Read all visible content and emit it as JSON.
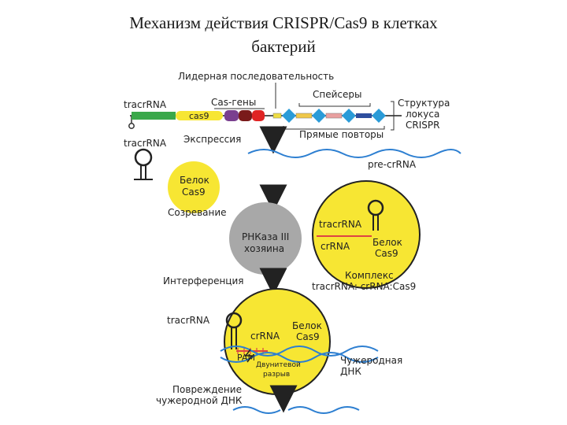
{
  "title": {
    "line1": "Механизм действия CRISPR/Cas9 в клетках",
    "line2": "бактерий"
  },
  "locus": {
    "leader": "Лидерная последовательность",
    "tracr": "tracrRNA",
    "cas_genes": "Cas-гены",
    "cas9": "cas9",
    "spacers": "Спейсеры",
    "structure_line1": "Структура",
    "structure_line2": "локуса",
    "structure_line3": "CRISPR",
    "repeats": "Прямые повторы"
  },
  "expression": {
    "label": "Экспрессия",
    "tracr": "tracrRNA",
    "pre_crrna": "pre-crRNA"
  },
  "cas9_protein": {
    "line1": "Белок",
    "line2": "Cas9"
  },
  "maturation": {
    "label": "Созревание",
    "rnase_line1": "РНКаза III",
    "rnase_line2": "хозяина",
    "tracr": "tracrRNA",
    "crrna": "crRNA",
    "protein_line1": "Белок",
    "protein_line2": "Cas9",
    "complex_line1": "Комплекс",
    "complex_line2": "tracrRNA: crRNA:Cas9"
  },
  "interference": {
    "label": "Интерференция",
    "tracr": "tracrRNA",
    "protein_line1": "Белок",
    "crrna": "crRNA",
    "protein_line2": "Cas9",
    "pam": "PAM",
    "break_line1": "Двунитевой",
    "break_line2": "разрыв",
    "foreign_line1": "Чужеродная",
    "foreign_line2": "ДНК"
  },
  "damage": {
    "line1": "Повреждение",
    "line2": "чужеродной ДНК"
  },
  "colors": {
    "yellow": "#f7e633",
    "green": "#3aa84a",
    "blue_diamond": "#2a9bd8",
    "wave": "#2d7fd1",
    "rnase_gray": "#a8a8a8",
    "purple": "#7a3f8f",
    "dark_red": "#7a1a1a",
    "red": "#e02424"
  }
}
